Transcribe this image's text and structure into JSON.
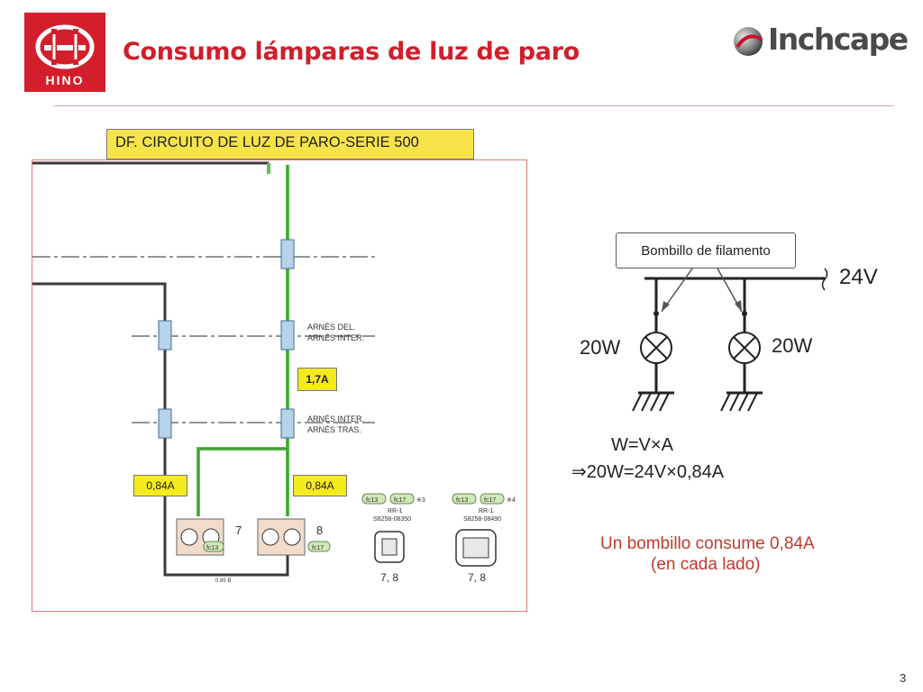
{
  "header": {
    "title": "Consumo lámparas de luz de paro",
    "brand_left": "HINO",
    "brand_right": "Inchcape"
  },
  "circuit": {
    "label": "DF. CIRCUITO DE LUZ DE PARO-SERIE 500",
    "current_total": "1,7A",
    "current_left": "0,84A",
    "current_right": "0,84A",
    "harness_1a": "ARNÉS DEL.",
    "harness_1b": "ARNÉS INTER.",
    "harness_2a": "ARNÉS INTER.",
    "harness_2b": "ARNÉS TRAS.",
    "connector_1": "fc13",
    "connector_2": "fc17",
    "part_rr1": "RR-1",
    "part_a": "S8258-08350",
    "part_b": "S8258-08490",
    "lamp_left_num": "7",
    "lamp_right_num": "8",
    "conn_nums_a": "7, 8",
    "conn_nums_b": "7, 8",
    "note_a": "※3",
    "note_b": "※4",
    "wire_085b": "0.85 B"
  },
  "schematic": {
    "bulb_label": "Bombillo de filamento",
    "voltage": "24V",
    "watt_left": "20W",
    "watt_right": "20W",
    "formula": "W=V×A",
    "calc": "⇒20W=24V×0,84A",
    "conclusion_1": "Un bombillo consume 0,84A",
    "conclusion_2": "(en cada lado)"
  },
  "page_number": "3",
  "colors": {
    "brand_red": "#d21f2b",
    "wire_green": "#5cc24a",
    "label_yellow": "#f6e34a",
    "highlight_tag": "#f4ea1e",
    "conclusion_red": "#c0392b"
  }
}
